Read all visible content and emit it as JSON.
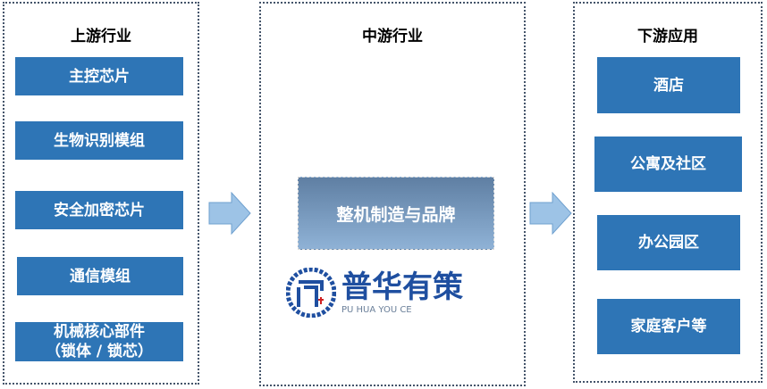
{
  "upstream": {
    "title": "上游行业",
    "items": [
      "主控芯片",
      "生物识别模组",
      "安全加密芯片",
      "通信模组",
      "机械核心部件\n（锁体 / 锁芯）"
    ]
  },
  "midstream": {
    "title": "中游行业",
    "item": "整机制造与品牌"
  },
  "downstream": {
    "title": "下游应用",
    "items": [
      "酒店",
      "公寓及社区",
      "办公园区",
      "家庭客户等"
    ]
  },
  "watermark": {
    "name": "普华有策",
    "pinyin": "PU HUA YOU CE"
  },
  "colors": {
    "box": "#2e75b6",
    "arrow": "#9dc3e6"
  }
}
